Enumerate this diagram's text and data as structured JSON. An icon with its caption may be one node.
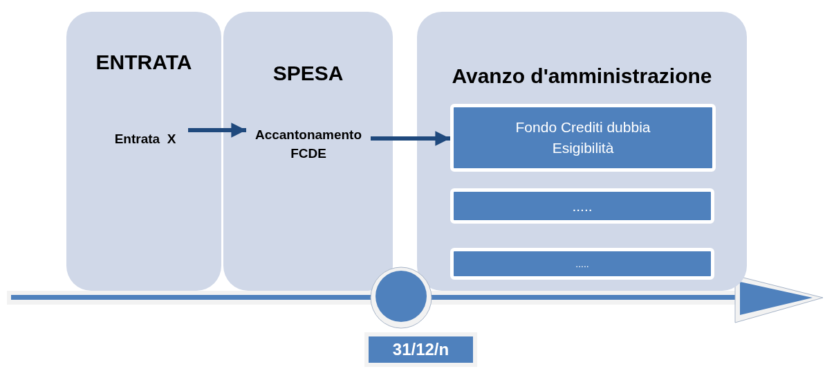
{
  "diagram": {
    "nodes": [
      {
        "text": [
          "ENTRATA"
        ]
      },
      {
        "text": [
          "Entrata  X"
        ],
        "in": 0
      },
      {
        "text": [
          "SPESA"
        ]
      },
      {
        "text": [
          "Accantonamento FCDE"
        ],
        "in": 2
      },
      {
        "text": [
          "Avanzo d'amministrazione"
        ]
      },
      {
        "text": [
          "Fondo Crediti dubbia Esigibilità"
        ],
        "in": 4
      },
      {
        "text": [
          "....."
        ],
        "in": 4
      },
      {
        "text": [
          "....."
        ],
        "in": 4
      },
      {
        "text": [
          "31/12/n"
        ]
      }
    ],
    "edges": [
      {
        "from": 1,
        "to": 3,
        "arrow": "to"
      },
      {
        "from": 3,
        "to": 5,
        "arrow": "to"
      }
    ]
  }
}
